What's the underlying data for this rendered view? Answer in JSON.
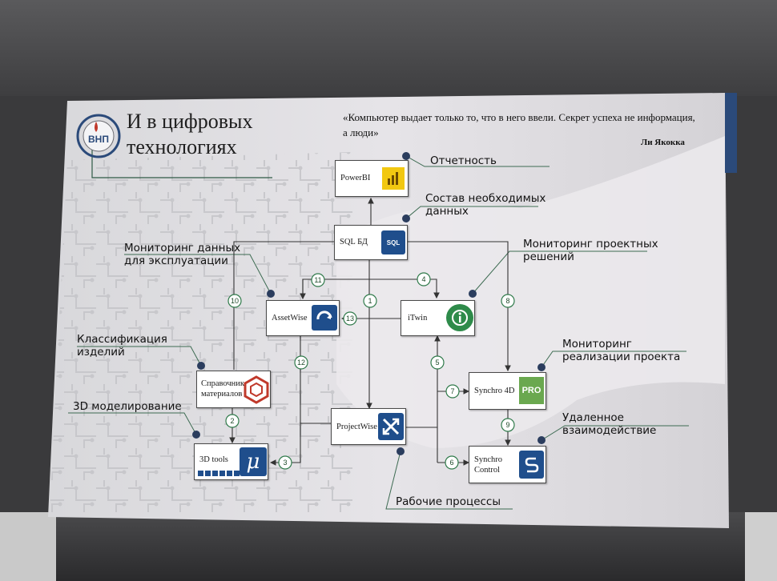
{
  "slide": {
    "logo_text": "ВНП",
    "title_line1": "И в цифровых",
    "title_line2": "технологиях",
    "quote": "«Компьютер выдает только то, что в него ввели. Секрет успеха не информация, а люди»",
    "quote_author": "Ли Якокка"
  },
  "nodes": {
    "powerbi": "PowerBI",
    "sql": "SQL БД",
    "sql_icon": "SQL",
    "assetwise": "AssetWise",
    "itwin": "iTwin",
    "handbook_line1": "Справочник",
    "handbook_line2": "материалов",
    "projectwise": "ProjectWise",
    "synchro4d": "Synchro 4D",
    "synchro4d_icon": "PRO",
    "tools3d": "3D tools",
    "synchro_control_line1": "Synchro",
    "synchro_control_line2": "Control"
  },
  "callouts": {
    "reporting": "Отчетность",
    "data_composition_line1": "Состав необходимых",
    "data_composition_line2": "данных",
    "monitoring_ops_line1": "Мониторинг данных",
    "monitoring_ops_line2": "для эксплуатации",
    "monitoring_design_line1": "Мониторинг проектных",
    "monitoring_design_line2": "решений",
    "classification_line1": "Классификация",
    "classification_line2": "изделий",
    "monitoring_impl_line1": "Мониторинг",
    "monitoring_impl_line2": "реализации проекта",
    "modeling_3d": "3D моделирование",
    "remote_line1": "Удаленное",
    "remote_line2": "взаимодействие",
    "workflows": "Рабочие процессы"
  },
  "step_numbers": [
    "1",
    "2",
    "3",
    "4",
    "5",
    "6",
    "7",
    "8",
    "9",
    "10",
    "11",
    "12",
    "13"
  ],
  "colors": {
    "accent_blue": "#2b4a7a",
    "badge_green": "#2f7a4a",
    "powerbi_yellow": "#f2c811",
    "sql_blue": "#1f4e8c",
    "itwin_green": "#2e8b4a",
    "handbook_red": "#c0392b",
    "pro_green": "#6aa84f"
  }
}
